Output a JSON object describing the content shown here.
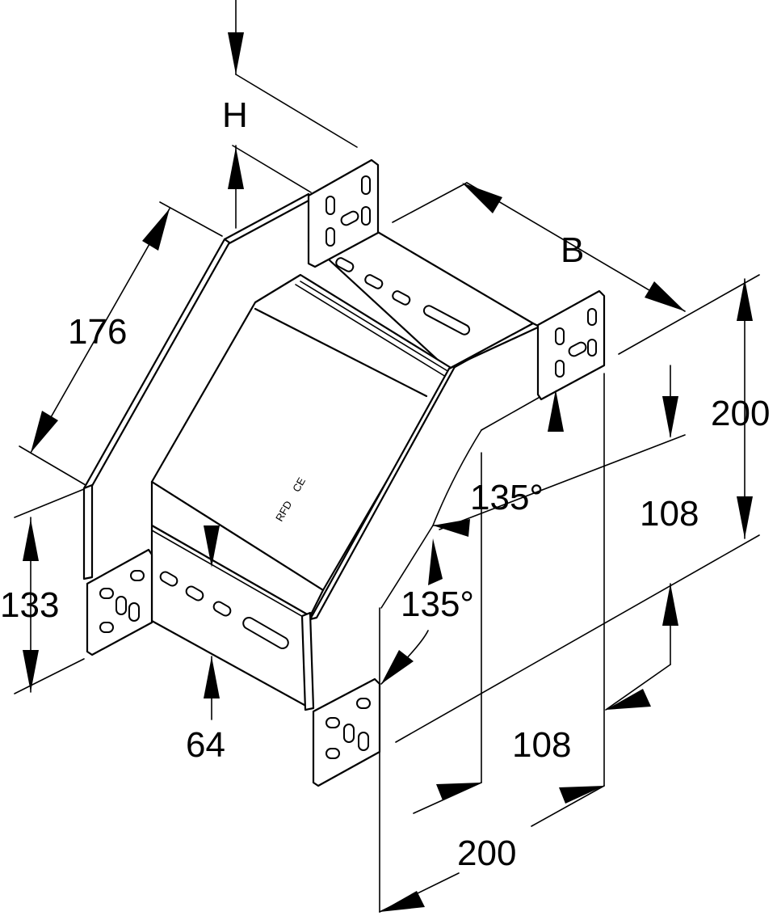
{
  "dimensions": {
    "height": "H",
    "width": "B",
    "length_176": "176",
    "height_133": "133",
    "height_64": "64",
    "dim_200_right": "200",
    "dim_108_right": "108",
    "angle_upper": "135°",
    "angle_lower": "135°",
    "dim_108_bottom": "108",
    "dim_200_bottom": "200"
  },
  "markings": {
    "brand": "RFD",
    "ce": "CE"
  }
}
